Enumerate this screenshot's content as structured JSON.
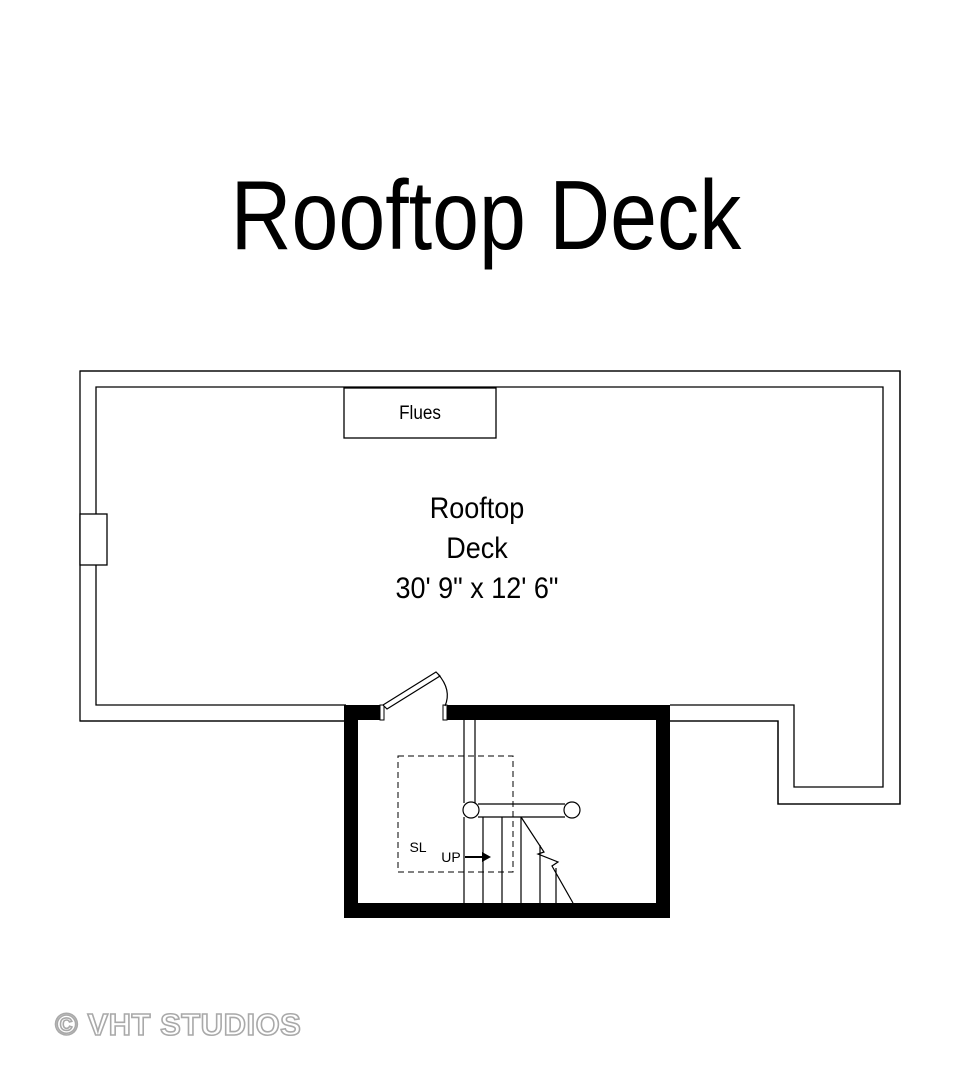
{
  "title": "Rooftop Deck",
  "plan": {
    "flues_label": "Flues",
    "room": {
      "name_line1": "Rooftop",
      "name_line2": "Deck",
      "dimensions": "30' 9\" x 12' 6\""
    },
    "stair": {
      "skylight_label": "SL",
      "up_label": "UP"
    },
    "colors": {
      "wall_fill": "#000000",
      "line": "#000000",
      "background": "#ffffff"
    }
  },
  "watermark": "© VHT STUDIOS"
}
